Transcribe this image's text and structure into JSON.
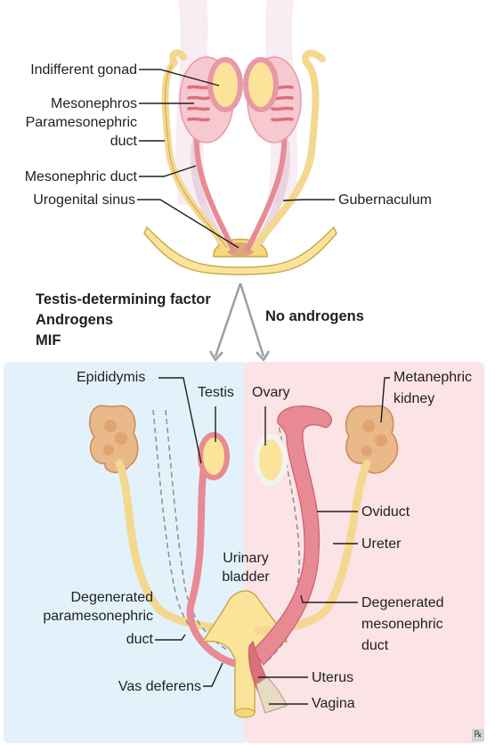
{
  "top_labels": {
    "indifferent_gonad": "Indifferent gonad",
    "mesonephros": "Mesonephros",
    "paramesonephric_duct_1": "Paramesonephric",
    "paramesonephric_duct_2": "duct",
    "mesonephric_duct": "Mesonephric duct",
    "urogenital_sinus": "Urogenital sinus",
    "gubernaculum": "Gubernaculum"
  },
  "factors": {
    "male_1": "Testis-determining factor",
    "male_2": "Androgens",
    "male_3": "MIF",
    "female": "No androgens"
  },
  "male_labels": {
    "epididymis": "Epididymis",
    "testis": "Testis",
    "urinary_bladder_1": "Urinary",
    "urinary_bladder_2": "bladder",
    "degenerated_paramesonephric_1": "Degenerated",
    "degenerated_paramesonephric_2": "paramesonephric",
    "degenerated_paramesonephric_3": "duct",
    "vas_deferens": "Vas deferens"
  },
  "female_labels": {
    "ovary": "Ovary",
    "metanephric_kidney_1": "Metanephric",
    "metanephric_kidney_2": "kidney",
    "oviduct": "Oviduct",
    "ureter": "Ureter",
    "degenerated_mesonephric_1": "Degenerated",
    "degenerated_mesonephric_2": "mesonephric",
    "degenerated_mesonephric_3": "duct",
    "uterus": "Uterus",
    "vagina": "Vagina"
  },
  "badge": "℞",
  "colors": {
    "male_panel": "#e3f2fa",
    "female_panel": "#fbe3e6",
    "duct_pink": "#e88a94",
    "duct_stroke": "#c9606c",
    "yellow": "#fbe49a",
    "yellow_stroke": "#c9a84e",
    "kidney": "#e9b98a",
    "gonad_pink": "#f6c9d1",
    "arrow_gray": "#9aa0a5"
  }
}
